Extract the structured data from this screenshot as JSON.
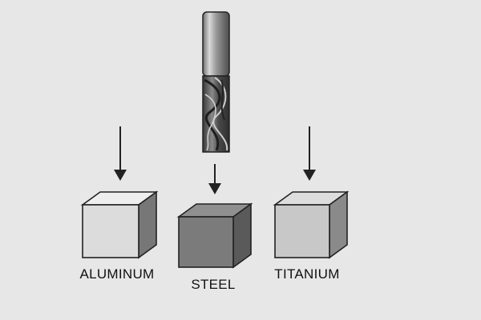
{
  "materials": [
    {
      "name": "ALUMINUM",
      "color_front": "#dcdcdc",
      "color_top": "#eeeeee",
      "color_side": "#777777"
    },
    {
      "name": "STEEL",
      "color_front": "#7b7b7b",
      "color_top": "#8f8f8f",
      "color_side": "#5a5a5a"
    },
    {
      "name": "TITANIUM",
      "color_front": "#c8c8c8",
      "color_top": "#dddddd",
      "color_side": "#8a8a8a"
    }
  ],
  "icons": {
    "tool": "end-mill-icon",
    "arrow": "down-arrow-icon"
  },
  "colors": {
    "background": "#e7e7e7",
    "outline": "#222222",
    "tool_shank": "#b0b0b0",
    "tool_flutes": "#5c5c5c"
  }
}
